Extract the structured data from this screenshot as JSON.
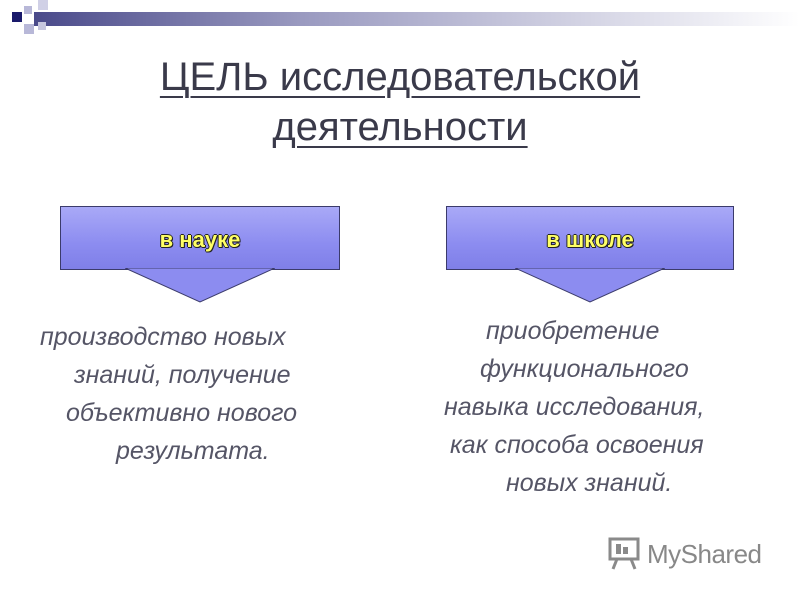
{
  "title": {
    "line1": "ЦЕЛЬ исследовательской",
    "line2": "деятельности"
  },
  "left": {
    "label": "в науке",
    "lines": [
      "производство новых",
      "знаний, получение",
      "объективно нового",
      "результата."
    ]
  },
  "right": {
    "label": "в школе",
    "lines": [
      "приобретение",
      "функционального",
      "навыка исследования,",
      "как способа освоения",
      "новых знаний."
    ]
  },
  "watermark": {
    "text": "MyShared"
  },
  "colors": {
    "box_fill": "#8c8cf0",
    "label_text": "#ffff66",
    "body_text": "#555566",
    "band_accent": "#1a1a6b"
  }
}
